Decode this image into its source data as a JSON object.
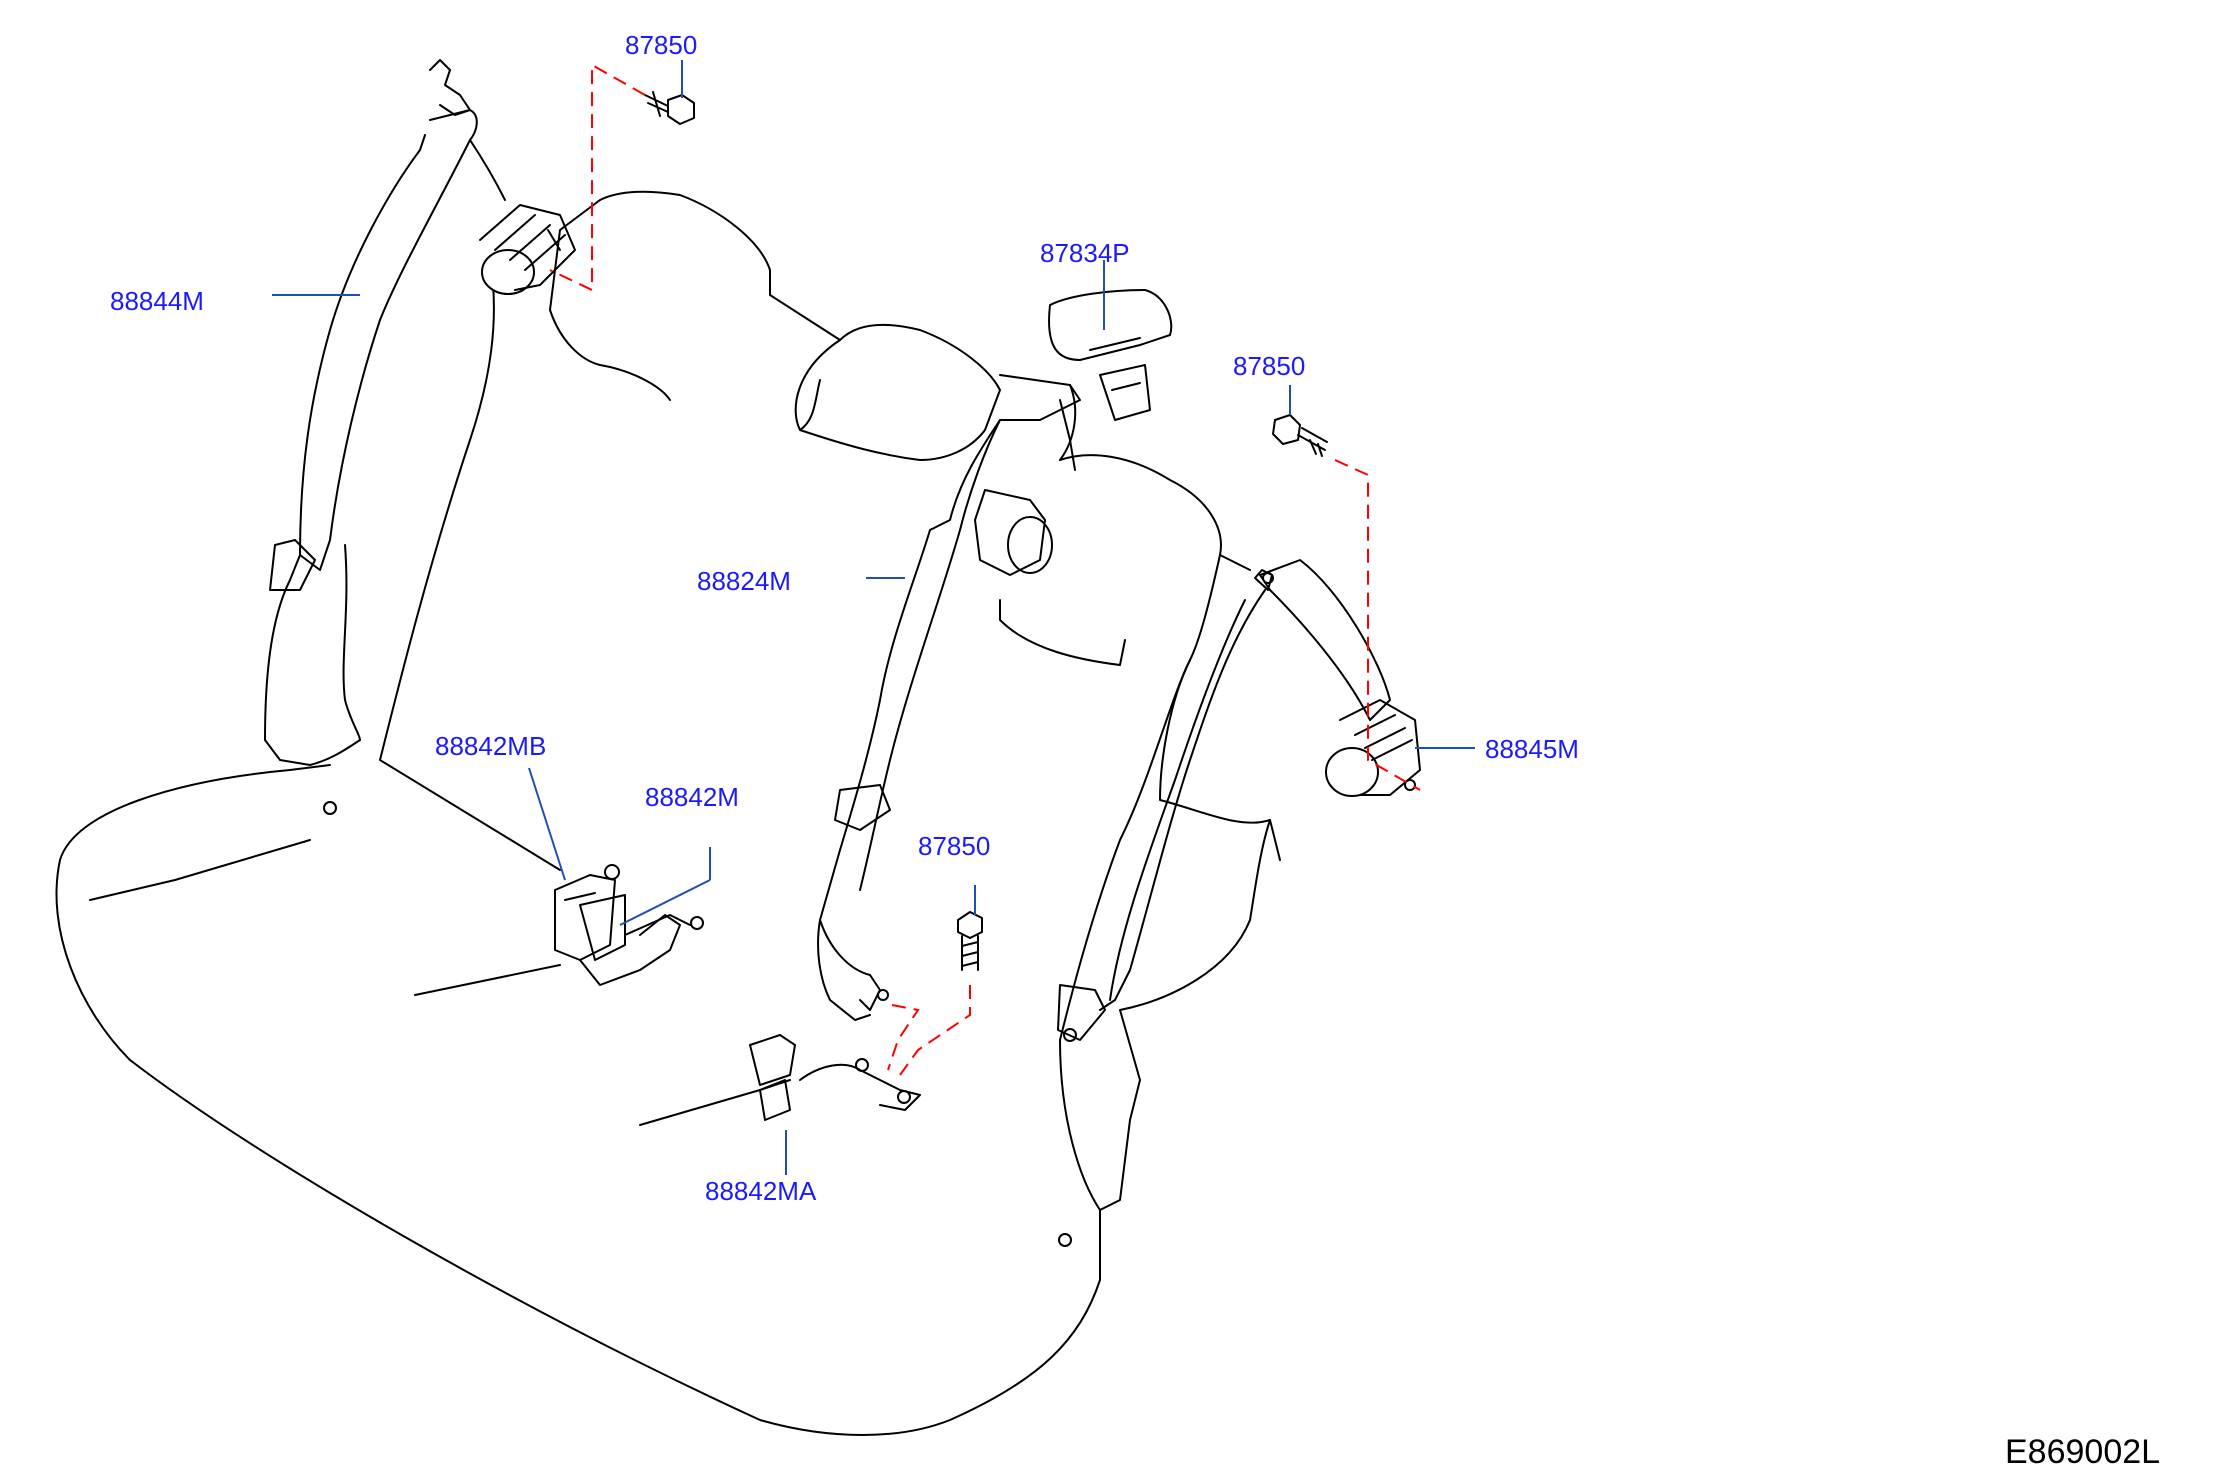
{
  "callouts": {
    "bolt_top": "87850",
    "retractor_left": "88844M",
    "headrest_guide": "87834P",
    "bolt_right": "87850",
    "center_belt": "88824M",
    "buckle_mb": "88842MB",
    "buckle_m": "88842M",
    "bolt_center": "87850",
    "retractor_right": "88845M",
    "buckle_ma": "88842MA"
  },
  "diagram_code": "E869002L"
}
